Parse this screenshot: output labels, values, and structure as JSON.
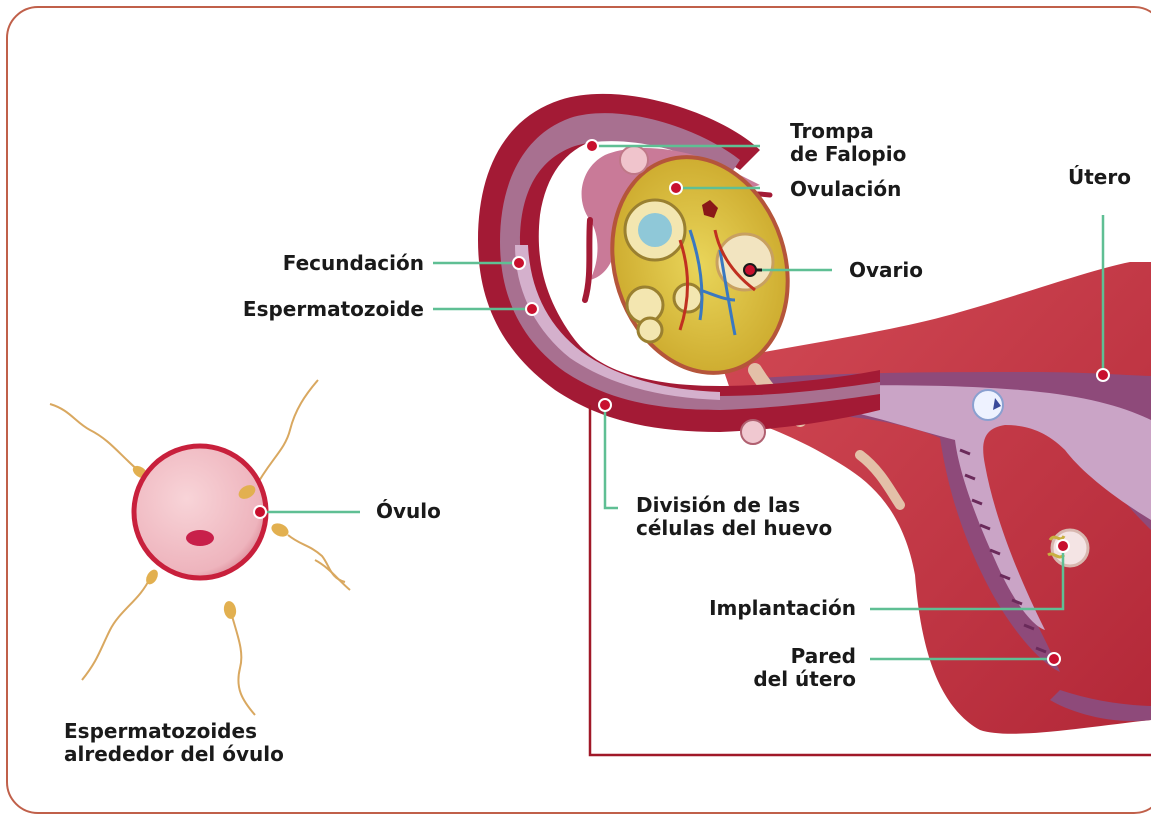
{
  "labels": {
    "trompa": "Trompa\nde Falopio",
    "ovulacion": "Ovulación",
    "utero": "Útero",
    "fecundacion": "Fecundación",
    "ovario": "Ovario",
    "espermatozoide": "Espermatozoide",
    "ovulo": "Óvulo",
    "division": "División de las\ncélulas del huevo",
    "implantacion": "Implantación",
    "pared": "Pared\ndel útero",
    "espermatozoides": "Espermatozoides\nalrededor del óvulo"
  },
  "colors": {
    "frame": "#c0604a",
    "leader": "#5fbf94",
    "bracket": "#a01828",
    "dot": "#c8102e",
    "tube_outer": "#a31a35",
    "tube_inner": "#a06080",
    "tube_lumen": "#c9a3c0",
    "uterus_muscle": "#c73a48",
    "ovary": "#d9c23a",
    "ovum": "#f1bcc4"
  }
}
